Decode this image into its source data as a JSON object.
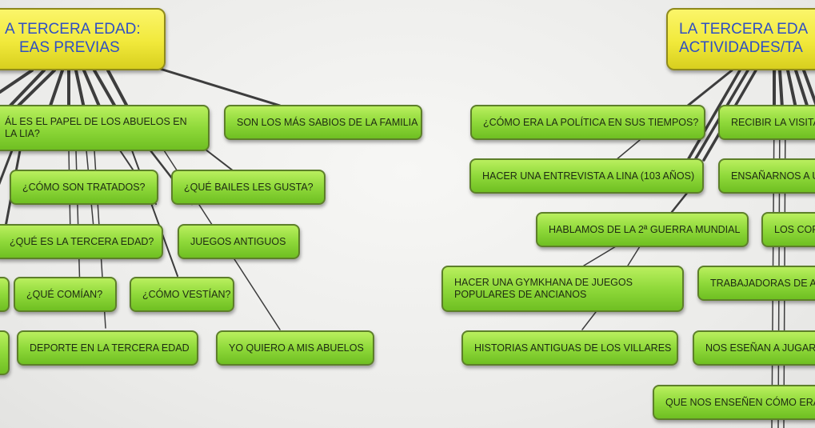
{
  "left_map": {
    "root": {
      "line1": "A TERCERA EDAD:",
      "line2": "EAS PREVIAS"
    },
    "nodes": [
      {
        "id": "papel-abuelos",
        "text": "ÁL ES EL PAPEL DE LOS ABUELOS EN LA LIA?"
      },
      {
        "id": "mas-sabios",
        "text": "SON LOS MÁS SABIOS DE LA FAMILIA"
      },
      {
        "id": "como-tratados",
        "text": "¿CÓMO SON TRATADOS?"
      },
      {
        "id": "que-bailes",
        "text": "¿QUÉ BAILES LES GUSTA?"
      },
      {
        "id": "que-es-tercera-edad",
        "text": "¿QUÉ ES LA TERCERA EDAD?"
      },
      {
        "id": "juegos-antiguos",
        "text": "JUEGOS ANTIGUOS"
      },
      {
        "id": "que-comian",
        "text": "¿QUÉ COMÍAN?"
      },
      {
        "id": "como-vestian",
        "text": "¿CÓMO VESTÍAN?"
      },
      {
        "id": "deporte-tercera-edad",
        "text": "DEPORTE EN LA TERCERA EDAD"
      },
      {
        "id": "quiero-abuelos",
        "text": "YO QUIERO A MIS ABUELOS"
      },
      {
        "id": "partial-1",
        "text": ""
      },
      {
        "id": "partial-2",
        "text": ""
      }
    ]
  },
  "right_map": {
    "root": {
      "line1": "LA TERCERA EDA",
      "line2": "ACTIVIDADES/TA"
    },
    "nodes": [
      {
        "id": "politica",
        "text": "¿CÓMO ERA LA POLÍTICA EN SUS TIEMPOS?"
      },
      {
        "id": "recibir-visita",
        "text": "RECIBIR LA VISITA"
      },
      {
        "id": "entrevista-lina",
        "text": "HACER UNA ENTREVISTA A LINA (103 AÑOS)"
      },
      {
        "id": "ensenarnos",
        "text": "ENSAÑARNOS A U"
      },
      {
        "id": "guerra-mundial",
        "text": "HABLAMOS DE LA 2ª GUERRA MUNDIAL"
      },
      {
        "id": "los-cor",
        "text": "LOS COR"
      },
      {
        "id": "gymkhana",
        "text": "HACER UNA GYMKHANA DE JUEGOS POPULARES DE ANCIANOS"
      },
      {
        "id": "trabajadoras",
        "text": "TRABAJADORAS DE AY"
      },
      {
        "id": "historias-villares",
        "text": "HISTORIAS ANTIGUAS DE LOS VILLARES"
      },
      {
        "id": "nos-esenan",
        "text": "NOS ESEÑAN A JUGAR A"
      },
      {
        "id": "que-nos-ensenen",
        "text": "QUE NOS ENSEÑEN CÓMO ERA"
      }
    ]
  },
  "colors": {
    "root_fill": "#f1e93b",
    "root_text": "#2f4fc4",
    "node_fill": "#8fd93a",
    "connector": "#3a3a3a"
  }
}
